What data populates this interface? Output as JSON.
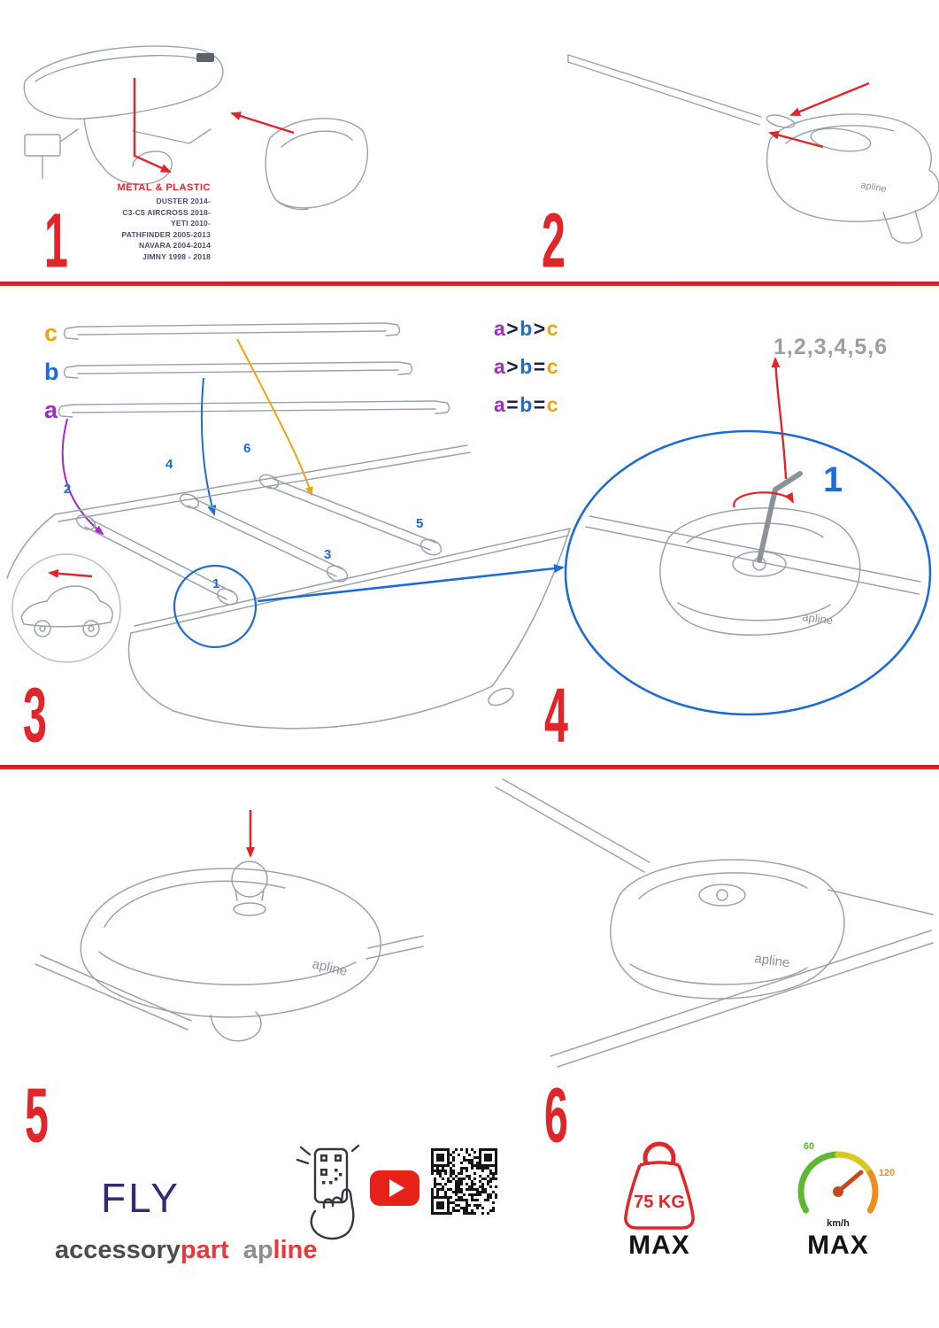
{
  "brand_mark": "apline",
  "steps": {
    "n1": "1",
    "n2": "2",
    "n3": "3",
    "n4": "4",
    "n5": "5",
    "n6": "6"
  },
  "panel1": {
    "material_label": "METAL & PLASTIC",
    "models": [
      "DUSTER 2014-",
      "C3-C5 AIRCROSS 2018-",
      "YETI 2010-",
      "PATHFINDER 2005-2013",
      "NAVARA 2004-2014",
      "JIMNY 1998 - 2018"
    ]
  },
  "panel3": {
    "bar_labels": {
      "a": "a",
      "b": "b",
      "c": "c"
    },
    "comparisons": [
      {
        "t1": "a",
        "o1": ">",
        "t2": "b",
        "o2": ">",
        "t3": "c"
      },
      {
        "t1": "a",
        "o1": ">",
        "t2": "b",
        "o2": "=",
        "t3": "c"
      },
      {
        "t1": "a",
        "o1": "=",
        "t2": "b",
        "o2": "=",
        "t3": "c"
      }
    ],
    "positions": [
      "1",
      "2",
      "3",
      "4",
      "5",
      "6"
    ]
  },
  "panel4": {
    "sequence": "1,2,3,4,5,6",
    "highlight": "1"
  },
  "branding": {
    "product": "FLY",
    "word1": "accessory",
    "word2": "part",
    "word3": "ap",
    "word4": "line"
  },
  "limits": {
    "weight_value": "75 KG",
    "weight_max": "MAX",
    "speed_low": "60",
    "speed_high": "120",
    "speed_unit": "km/h",
    "speed_max": "MAX"
  },
  "colors": {
    "accent_red": "#e0262b",
    "blue": "#1e6bd6",
    "purple": "#a32cc4",
    "orange": "#f0a50a",
    "gray": "#9aa0a6",
    "navy_text": "#4a4a78",
    "brand_dark": "#312c78"
  }
}
